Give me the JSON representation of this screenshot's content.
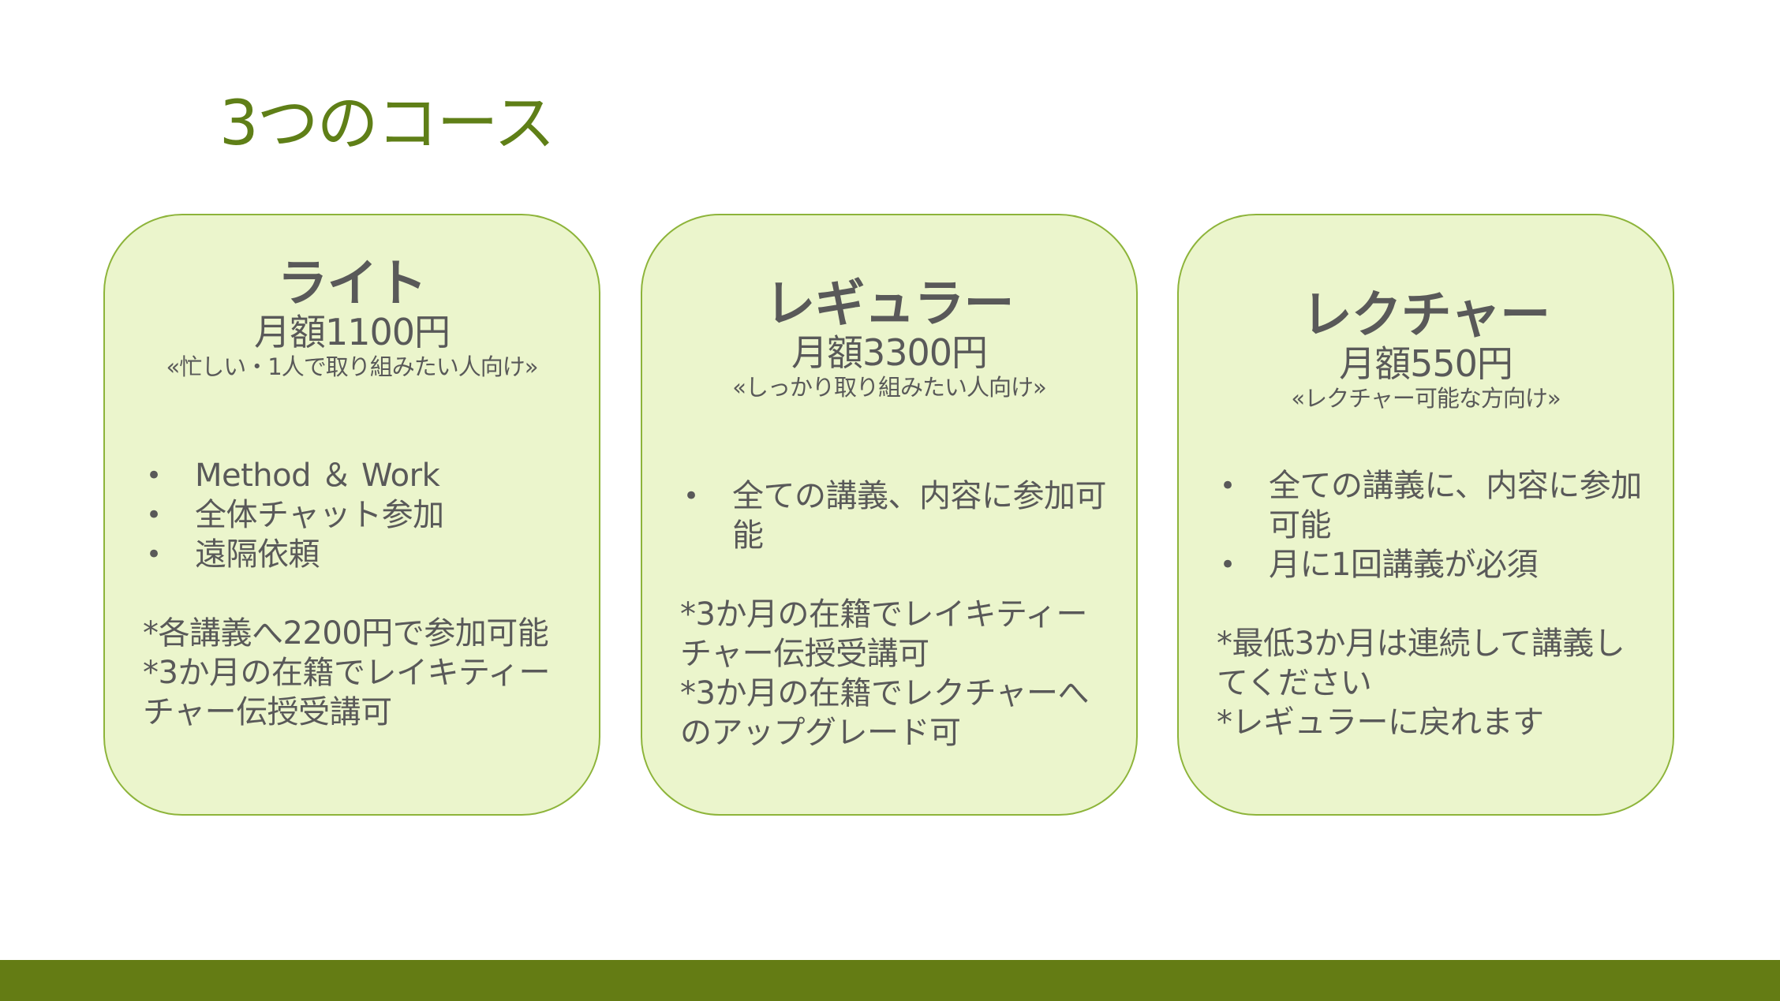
{
  "slide": {
    "title": "3つのコース"
  },
  "courses": [
    {
      "name": "ライト",
      "price": "月額1100円",
      "target": "«忙しい・1人で取り組みたい人向け»",
      "features": [
        "Method ＆ Work",
        "全体チャット参加",
        "遠隔依頼"
      ],
      "notes": [
        "*各講義へ2200円で参加可能",
        "*3か月の在籍でレイキティーチャー伝授受講可"
      ]
    },
    {
      "name": "レギュラー",
      "price": "月額3300円",
      "target": "«しっかり取り組みたい人向け»",
      "features": [
        "全ての講義、内容に参加可能"
      ],
      "notes": [
        "*3か月の在籍でレイキティーチャー伝授受講可",
        "*3か月の在籍でレクチャーへのアップグレード可"
      ]
    },
    {
      "name": "レクチャー",
      "price": "月額550円",
      "target": "«レクチャー可能な方向け»",
      "features": [
        "全ての講義に、内容に参加可能",
        "月に1回講義が必須"
      ],
      "notes": [
        "*最低3か月は連続して講義してください",
        "*レギュラーに戻れます"
      ]
    }
  ],
  "bullet_symbol": "•",
  "colors": {
    "title": "#5f7f17",
    "card_fill": "#ebf5cc",
    "card_border": "#8db43a",
    "footer_bar": "#647c14",
    "text": "#595959"
  }
}
